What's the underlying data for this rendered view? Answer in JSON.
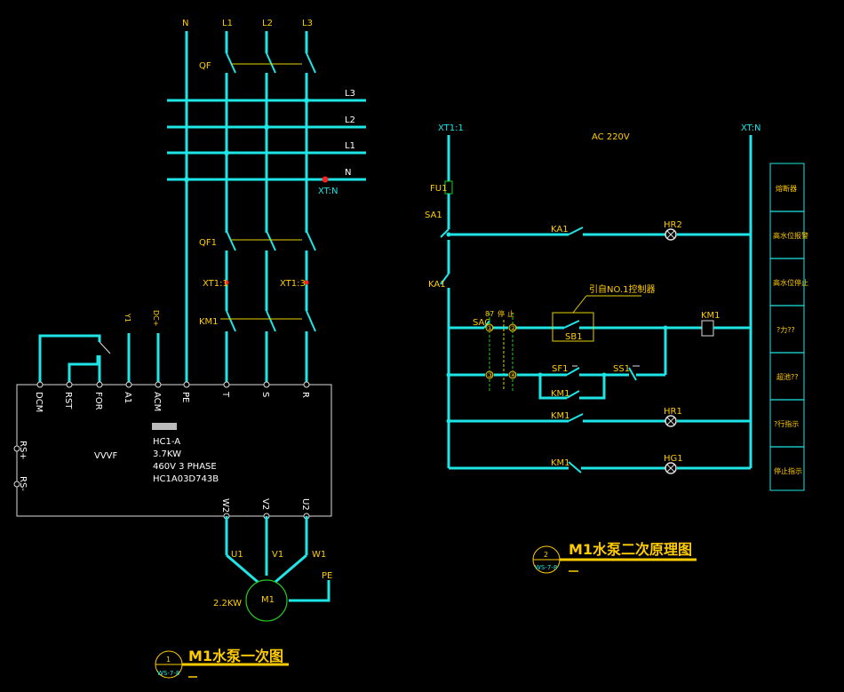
{
  "primary": {
    "top_terminals": [
      "N",
      "L1",
      "L2",
      "L3"
    ],
    "bus_labels": [
      "L3",
      "L2",
      "L1",
      "N"
    ],
    "qf": "QF",
    "qf1": "QF1",
    "xtn": "XT:N",
    "xt1_1": "XT1:1",
    "xt1_3": "XT1:3",
    "km1": "KM1",
    "terminal_labels": [
      "DCM",
      "RST",
      "FOR",
      "A1",
      "ACM",
      "PE",
      "T",
      "S",
      "R"
    ],
    "side_labels": [
      "Y1",
      "DC+"
    ],
    "rs_labels": [
      "RS+",
      "RS-"
    ],
    "vvvf": "VVVF",
    "nameplate": [
      "HC1-A",
      "3.7KW",
      "460V 3 PHASE",
      "HC1A03D743B"
    ],
    "out_labels": [
      "W2",
      "V2",
      "U2"
    ],
    "winding_labels": [
      "U1",
      "V1",
      "W1"
    ],
    "motor": "M1",
    "motor_power": "2.2KW",
    "pe": "PE",
    "title": "M1水泵一次图",
    "badge_num": "1",
    "badge_ref": "WS-7-8"
  },
  "secondary": {
    "xt1": "XT1:1",
    "xtn": "XT:N",
    "ac": "AC 220V",
    "fu1": "FU1",
    "sa1": "SA1",
    "ka1_left": "KA1",
    "sac": "SAC",
    "switch_marks": [
      "①",
      "③",
      "②",
      "④"
    ],
    "switch_top": [
      "87",
      "停",
      "止"
    ],
    "rungs": [
      {
        "contact": "KA1",
        "lamp": "HR2"
      },
      {
        "contact": "KM1",
        "lamp": "HR1"
      },
      {
        "contact": "KM1",
        "lamp": "HG1"
      }
    ],
    "sb1_note": "引自NO.1控制器",
    "sb1": "SB1",
    "km1_coil": "KM1",
    "sf1": "SF1",
    "ss1": "SS1",
    "km1_hold": "KM1",
    "legend": [
      "熔断器",
      "高水位报警",
      "高水位停止",
      "?力??",
      "超池??",
      "?行指示",
      "停止指示"
    ],
    "title": "M1水泵二次原理图",
    "badge_num": "2",
    "badge_ref": "WS-7-8"
  }
}
